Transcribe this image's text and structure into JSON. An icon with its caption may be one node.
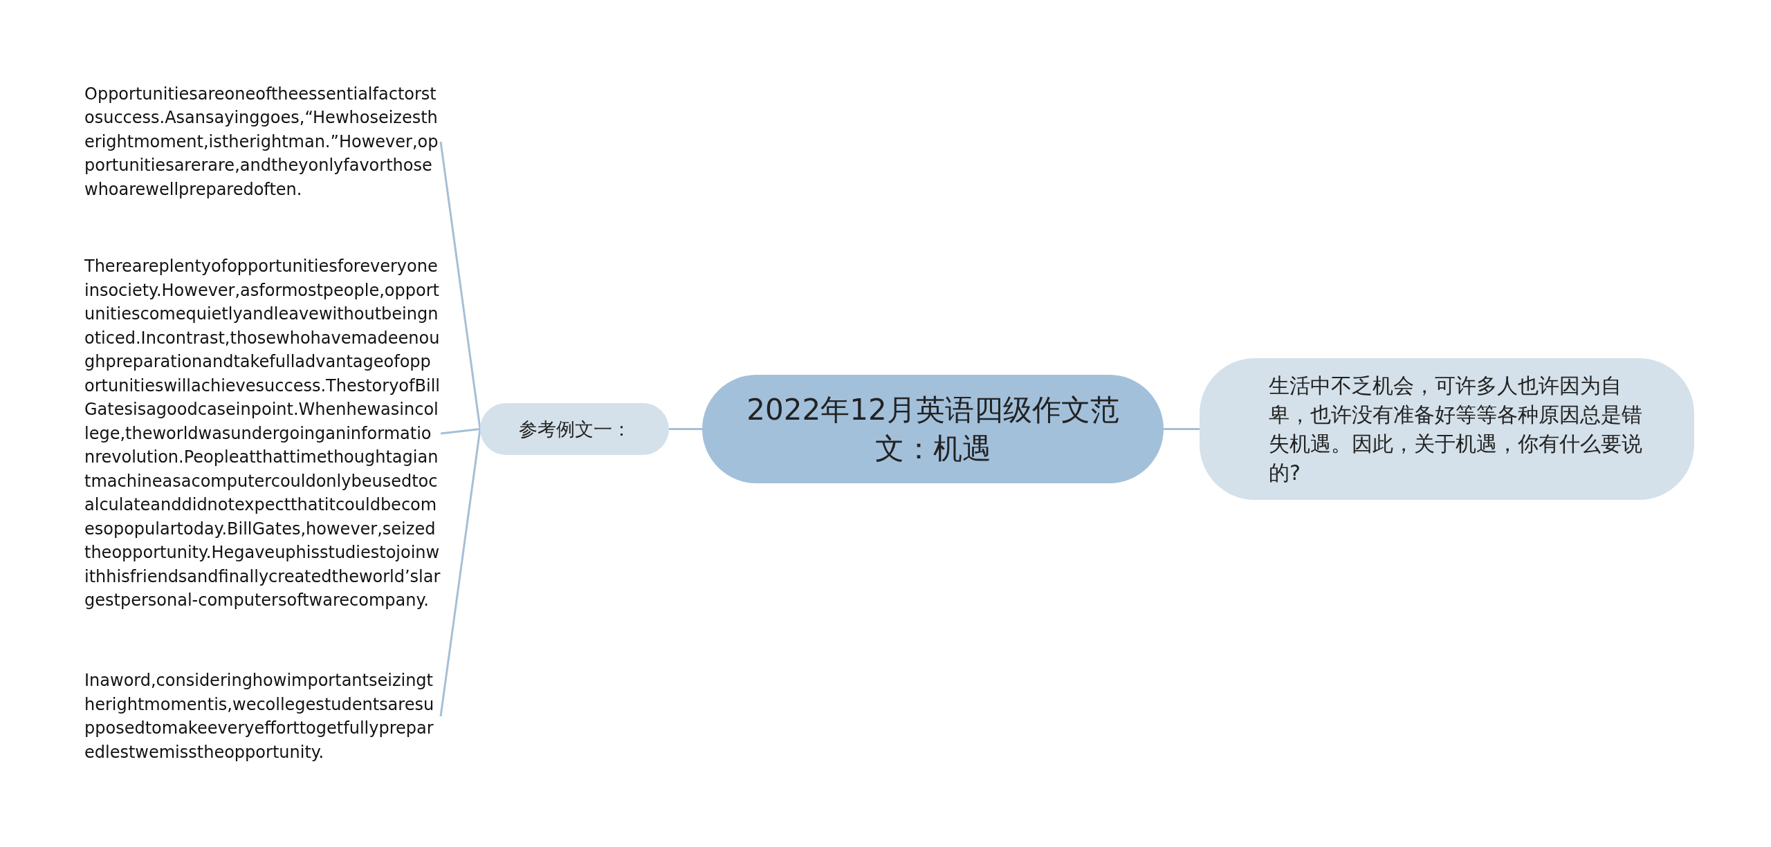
{
  "diagram": {
    "nodes": [
      {
        "text": [
          "2022年12月英语四级作文范文：机遇"
        ]
      },
      {
        "text": [
          "生活中不乏机会，可许多人也许因为自卑，也许没有准备好等等各种原因总是错失机遇。因此，关于机遇，你有什么要说的?"
        ]
      },
      {
        "text": [
          "参考例文一："
        ]
      },
      {
        "text": [
          "Opportunitiesareoneoftheessentialfactorstosuccess.Asansayinggoes,“Hewhoseizestherightmoment,istherightman.”However,opportunitiesarerare,andtheyonlyfavorthosewhoarewellpreparedoften."
        ]
      },
      {
        "text": [
          "Thereareplentyofopportunitiesforeveryoneinsociety.However,asformostpeople,opportunitiescomequietlyandleavewithoutbeingnoticed.Incontrast,thosewhohavemadeenoughpreparationandtakefulladvantageofopportunitieswillachievesuccess.ThestoryofBillGatesisagoodcaseinpoint.Whenhewasincollege,theworldwasundergoinganinformationrevolution.Peopleatthattimethoughtagiantmachineasacomputercouldonlybeusedtocalculateanddidnotexpectthatitcouldbecomesopopulartoday.BillGates,however,seizedtheopportunity.Hegaveuphisstudiestojoinwithhisfriendsandfinallycreatedtheworld’slargestpersonal-computersoftwarecompany."
        ]
      },
      {
        "text": [
          "Inaword,consideringhowimportantseizingtherightmomentis,wecollegestudentsaresupposedtomakeeveryefforttogetfullypreparedlestwemisstheopportunity."
        ]
      }
    ],
    "edges": [
      {
        "from": 0,
        "to": 1,
        "arrow": "none"
      },
      {
        "from": 0,
        "to": 2,
        "arrow": "none"
      },
      {
        "from": 2,
        "to": 3,
        "arrow": "none"
      },
      {
        "from": 2,
        "to": 4,
        "arrow": "none"
      },
      {
        "from": 2,
        "to": 5,
        "arrow": "none"
      }
    ]
  }
}
